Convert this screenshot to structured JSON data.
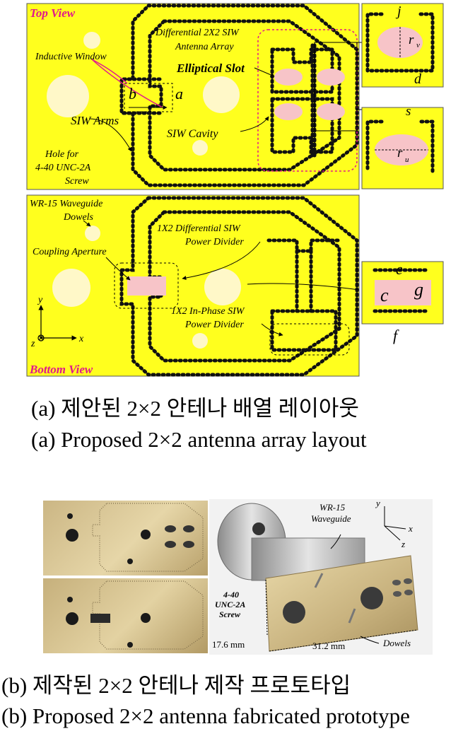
{
  "figure_a": {
    "top_panel": {
      "title": "Top View",
      "labels": {
        "inductive_window": "Inductive Window",
        "siw_arms": "SIW Arms",
        "hole_line1": "Hole for",
        "hole_line2": "4-40 UNC-2A",
        "hole_line3": "Screw",
        "siw_cavity": "SIW Cavity",
        "diff_array_line1": "Differential 2X2 SIW",
        "diff_array_line2": "Antenna Array",
        "elliptical_slot": "Elliptical Slot",
        "dim_b": "b",
        "dim_a": "a"
      }
    },
    "top_insets": {
      "upper": {
        "dim_j": "j",
        "dim_rv": "r",
        "sub_v": "v",
        "dim_d": "d"
      },
      "lower": {
        "dim_s": "s",
        "dim_ru": "r",
        "sub_u": "u"
      }
    },
    "bottom_panel": {
      "title": "Bottom View",
      "labels": {
        "dowels_line1": "WR-15 Waveguide",
        "dowels_line2": "Dowels",
        "coupling_aperture": "Coupling Aperture",
        "diff_divider_line1": "1X2 Differential SIW",
        "diff_divider_line2": "Power Divider",
        "inphase_divider_line1": "1X2 In-Phase SIW",
        "inphase_divider_line2": "Power Divider",
        "axis_y": "y",
        "axis_x": "x",
        "axis_z": "z"
      }
    },
    "bottom_inset": {
      "dim_e": "e",
      "dim_c": "c",
      "dim_g": "g",
      "dim_f": "f"
    },
    "caption_korean": "(a) 제안된 2×2 안테나 배열 레이아웃",
    "caption_english": "(a) Proposed 2×2 antenna array layout"
  },
  "figure_b": {
    "photo_labels": {
      "waveguide_line1": "WR-15",
      "waveguide_line2": "Waveguide",
      "axis_y": "y",
      "axis_x": "x",
      "axis_z": "z",
      "screw_line1": "4-40",
      "screw_line2": "UNC-2A",
      "screw_line3": "Screw",
      "dim_height": "17.6 mm",
      "dim_width": "31.2 mm",
      "dowels": "Dowels"
    },
    "caption_korean": "(b) 제작된 2×2 안테나 제작 프로토타입",
    "caption_english": "(b) Proposed 2×2 antenna fabricated prototype"
  },
  "colors": {
    "substrate_yellow": "#FFFF1E",
    "title_magenta": "#E0198C",
    "slot_pink": "#F7C4C8",
    "via_black": "#111111",
    "hole_cream": "#FFF8C8",
    "metal_gold": "#C8B27E"
  }
}
